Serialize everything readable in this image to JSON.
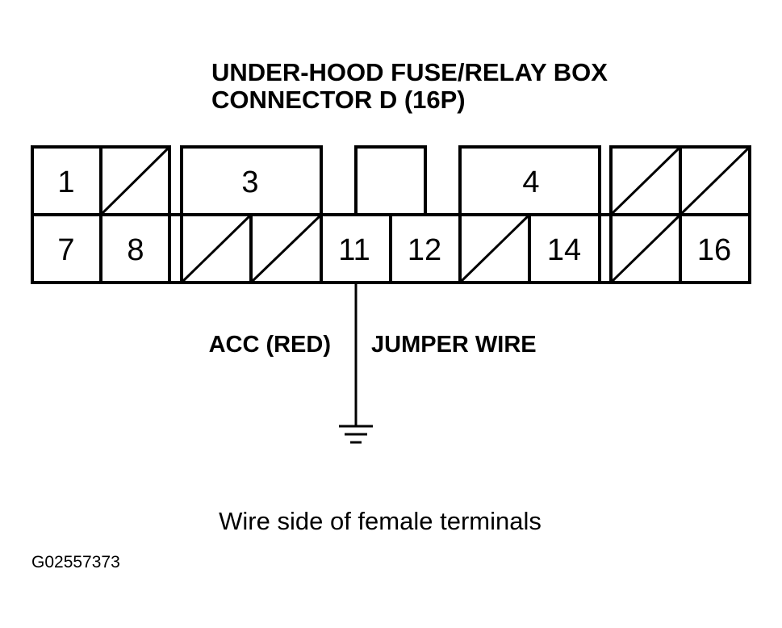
{
  "title": {
    "line1": "UNDER-HOOD FUSE/RELAY BOX",
    "line2": "CONNECTOR D (16P)"
  },
  "pins": {
    "p1": "1",
    "p3": "3",
    "p4": "4",
    "p7": "7",
    "p8": "8",
    "p11": "11",
    "p12": "12",
    "p14": "14",
    "p16": "16"
  },
  "labels": {
    "acc": "ACC (RED)",
    "jumper": "JUMPER WIRE"
  },
  "caption": "Wire side of female terminals",
  "figure_code": "G02557373"
}
